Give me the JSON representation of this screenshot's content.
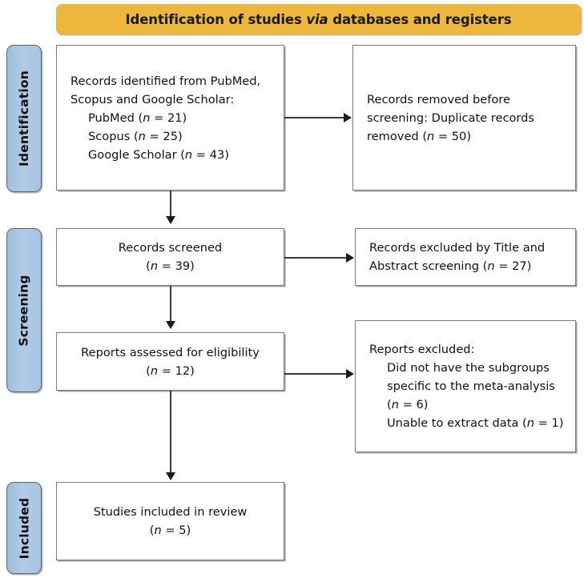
{
  "header": {
    "title_pre": "Identification of studies ",
    "title_italic": "via",
    "title_post": " databases and registers"
  },
  "stages": [
    {
      "id": "identification",
      "label": "Identification"
    },
    {
      "id": "screening",
      "label": "Screening"
    },
    {
      "id": "included",
      "label": "Included"
    }
  ],
  "boxes": {
    "records_identified": {
      "line1": "Records identified from PubMed,",
      "line2": "Scopus and Google Scholar:",
      "source1_label": "PubMed (",
      "source1_n": "n",
      "source1_value": " = 21)",
      "source2_label": "Scopus (",
      "source2_n": "n",
      "source2_value": " = 25)",
      "source3_label": "Google Scholar (",
      "source3_n": "n",
      "source3_value": " = 43)"
    },
    "records_removed": {
      "line1": "Records removed before",
      "line2": "screening: Duplicate records",
      "line3_pre": "removed (",
      "line3_n": "n",
      "line3_post": " = 50)"
    },
    "records_screened": {
      "line1": "Records screened",
      "line2_pre": "(",
      "line2_n": "n",
      "line2_post": " = 39)"
    },
    "records_excluded": {
      "line1": "Records excluded by Title and",
      "line2_pre": "Abstract screening (",
      "line2_n": "n",
      "line2_post": " = 27)"
    },
    "reports_assessed": {
      "line1": "Reports assessed for eligibility",
      "line2_pre": "(",
      "line2_n": "n",
      "line2_post": " = 12)"
    },
    "reports_excluded": {
      "line1": "Reports excluded:",
      "line2": "Did not have the subgroups",
      "line3": "specific to the meta-analysis",
      "line4_pre": "(",
      "line4_n": "n",
      "line4_post": " = 6)",
      "line5_pre": "Unable to extract data (",
      "line5_n": "n",
      "line5_post": " = 1)"
    },
    "studies_included": {
      "line1": "Studies included in review",
      "line2_pre": "(",
      "line2_n": "n",
      "line2_post": " = 5)"
    }
  },
  "colors": {
    "header_band": "#edb73e",
    "stage_tab": "#a8c4e0",
    "box_border": "#7c7c7c",
    "connector": "#3a3a3a"
  }
}
